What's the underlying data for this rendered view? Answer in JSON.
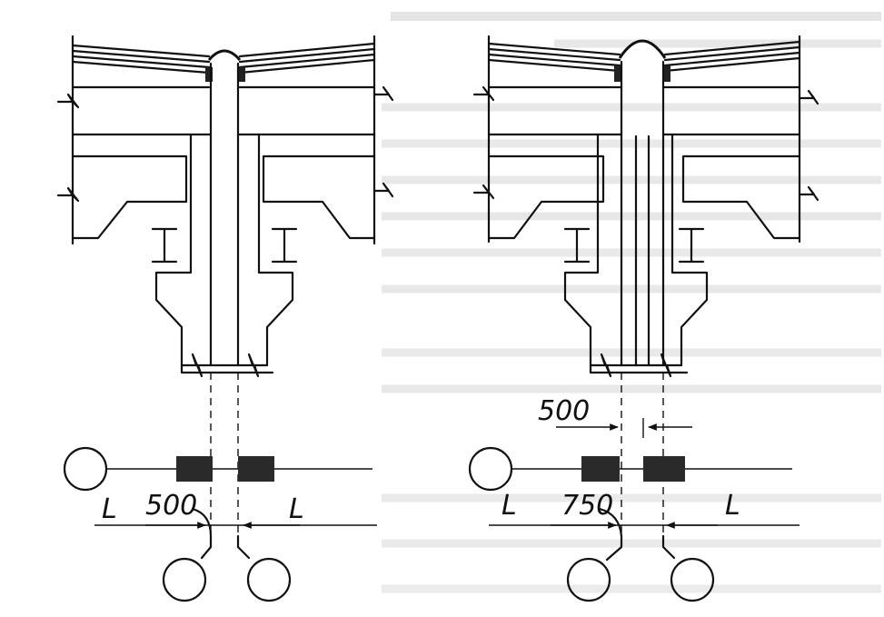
{
  "left_panel": {
    "dim_left": "L",
    "dim_center": "500",
    "dim_right": "L"
  },
  "right_panel": {
    "dim_top": "500",
    "dim_left": "L",
    "dim_center": "750",
    "dim_right": "L"
  }
}
